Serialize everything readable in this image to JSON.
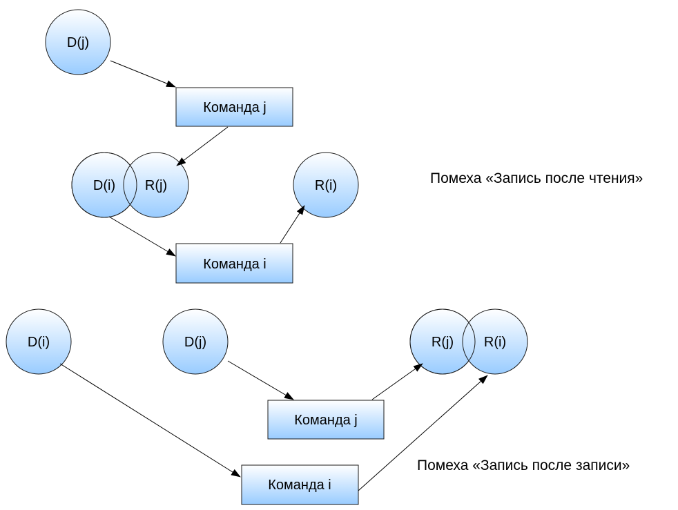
{
  "colors": {
    "fill_top": "#ffffff",
    "fill_bottom": "#99ccff",
    "stroke": "#1a1a1a",
    "background": "#ffffff"
  },
  "diagram_top": {
    "nodes": {
      "d_j": "D(j)",
      "command_j": "Команда j",
      "d_i": "D(i)",
      "r_j": "R(j)",
      "r_i": "R(i)",
      "command_i": "Команда i"
    },
    "caption": "Помеха «Запись после чтения»"
  },
  "diagram_bottom": {
    "nodes": {
      "d_i": "D(i)",
      "d_j": "D(j)",
      "r_j": "R(j)",
      "r_i": "R(i)",
      "command_j": "Команда j",
      "command_i": "Команда i"
    },
    "caption": "Помеха «Запись после записи»"
  }
}
